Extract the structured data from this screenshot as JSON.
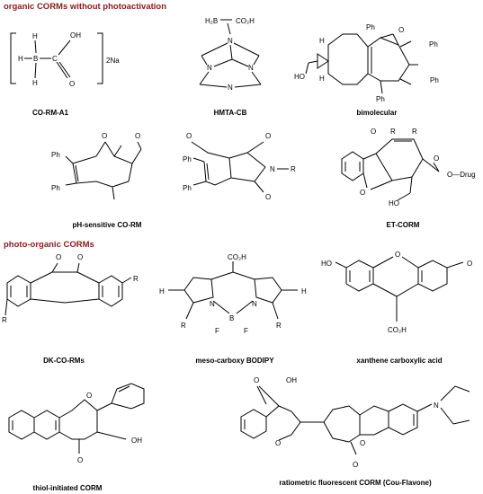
{
  "sections": {
    "non_photo": "organic CORMs without photoactivation",
    "photo": "photo-organic CORMs"
  },
  "captions": {
    "corm_a1": "CO-RM-A1",
    "hmta_cb": "HMTA-CB",
    "bimolecular": "bimolecular",
    "ph_sensitive": "pH-sensitive CO-RM",
    "et_corm": "ET-CORM",
    "dk_co_rms": "DK-CO-RMs",
    "bodipy": "meso-carboxy BODIPY",
    "xanthene": "xanthene carboxylic acid",
    "thiol": "thiol-initiated CORM",
    "ratiometric": "ratiometric fluorescent CORM (Cou-Flavone)"
  },
  "atoms": {
    "H": "H",
    "B": "B",
    "C": "C",
    "O": "O",
    "OH": "OH",
    "N": "N",
    "F": "F",
    "R": "R",
    "Ph": "Ph",
    "HO": "HO",
    "H2B": "H₂B",
    "CO2H": "CO₂H",
    "Na2": "2Na",
    "O_Drug": "O—Drug"
  },
  "colors": {
    "section_title": "#8B1A1A",
    "ink": "#000000"
  }
}
